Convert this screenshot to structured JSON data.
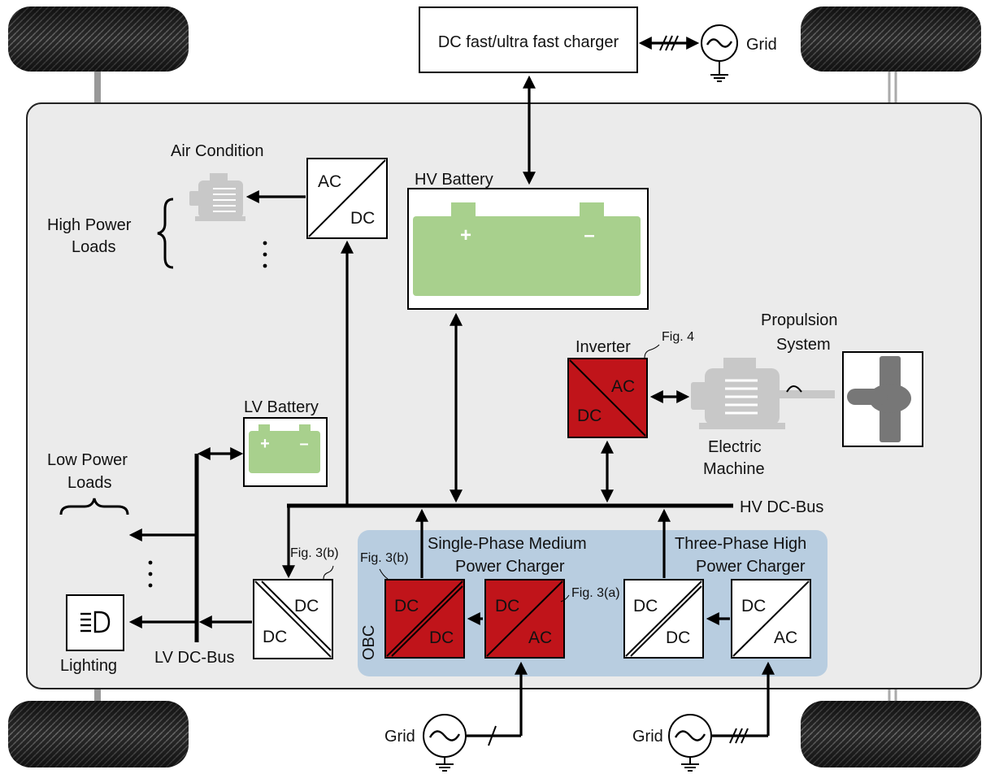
{
  "charger_dc_fast": {
    "label": "DC fast/ultra fast charger"
  },
  "grid_top": {
    "label": "Grid"
  },
  "grid_single": {
    "label": "Grid"
  },
  "grid_three": {
    "label": "Grid"
  },
  "air_condition": {
    "label": "Air Condition"
  },
  "high_power_loads": {
    "line1": "High Power",
    "line2": "Loads"
  },
  "hv_battery": {
    "label": "HV Battery",
    "plus": "+",
    "minus": "–"
  },
  "lv_battery": {
    "label": "LV Battery",
    "plus": "+",
    "minus": "–"
  },
  "propulsion": {
    "line1": "Propulsion",
    "line2": "System"
  },
  "inverter": {
    "label": "Inverter",
    "ref": "Fig. 4",
    "top": "AC",
    "bottom": "DC"
  },
  "electric_machine": {
    "line1": "Electric",
    "line2": "Machine"
  },
  "low_power_loads": {
    "line1": "Low Power",
    "line2": "Loads"
  },
  "hv_dc_bus": {
    "label": "HV DC-Bus"
  },
  "lv_dc_bus": {
    "label": "LV DC-Bus"
  },
  "lighting": {
    "label": "Lighting"
  },
  "obc": {
    "label": "OBC"
  },
  "ac_dc_aircon": {
    "top": "AC",
    "bottom": "DC"
  },
  "lv_dcdc": {
    "ref": "Fig. 3(b)",
    "top": "DC",
    "bottom": "DC"
  },
  "single_phase": {
    "line1": "Single-Phase Medium",
    "line2": "Power Charger",
    "dcdc_ref": "Fig. 3(b)",
    "acdc_ref": "Fig. 3(a)",
    "dcdc_top": "DC",
    "dcdc_bottom": "DC",
    "acdc_top": "DC",
    "acdc_bottom": "AC"
  },
  "three_phase": {
    "line1": "Three-Phase High",
    "line2": "Power Charger",
    "dcdc_top": "DC",
    "dcdc_bottom": "DC",
    "acdc_top": "DC",
    "acdc_bottom": "AC"
  },
  "colors": {
    "chassis": "#ebebeb",
    "obc_region": "#b8cde0",
    "battery": "#a8d08d",
    "converter_red": "#c0141a"
  }
}
